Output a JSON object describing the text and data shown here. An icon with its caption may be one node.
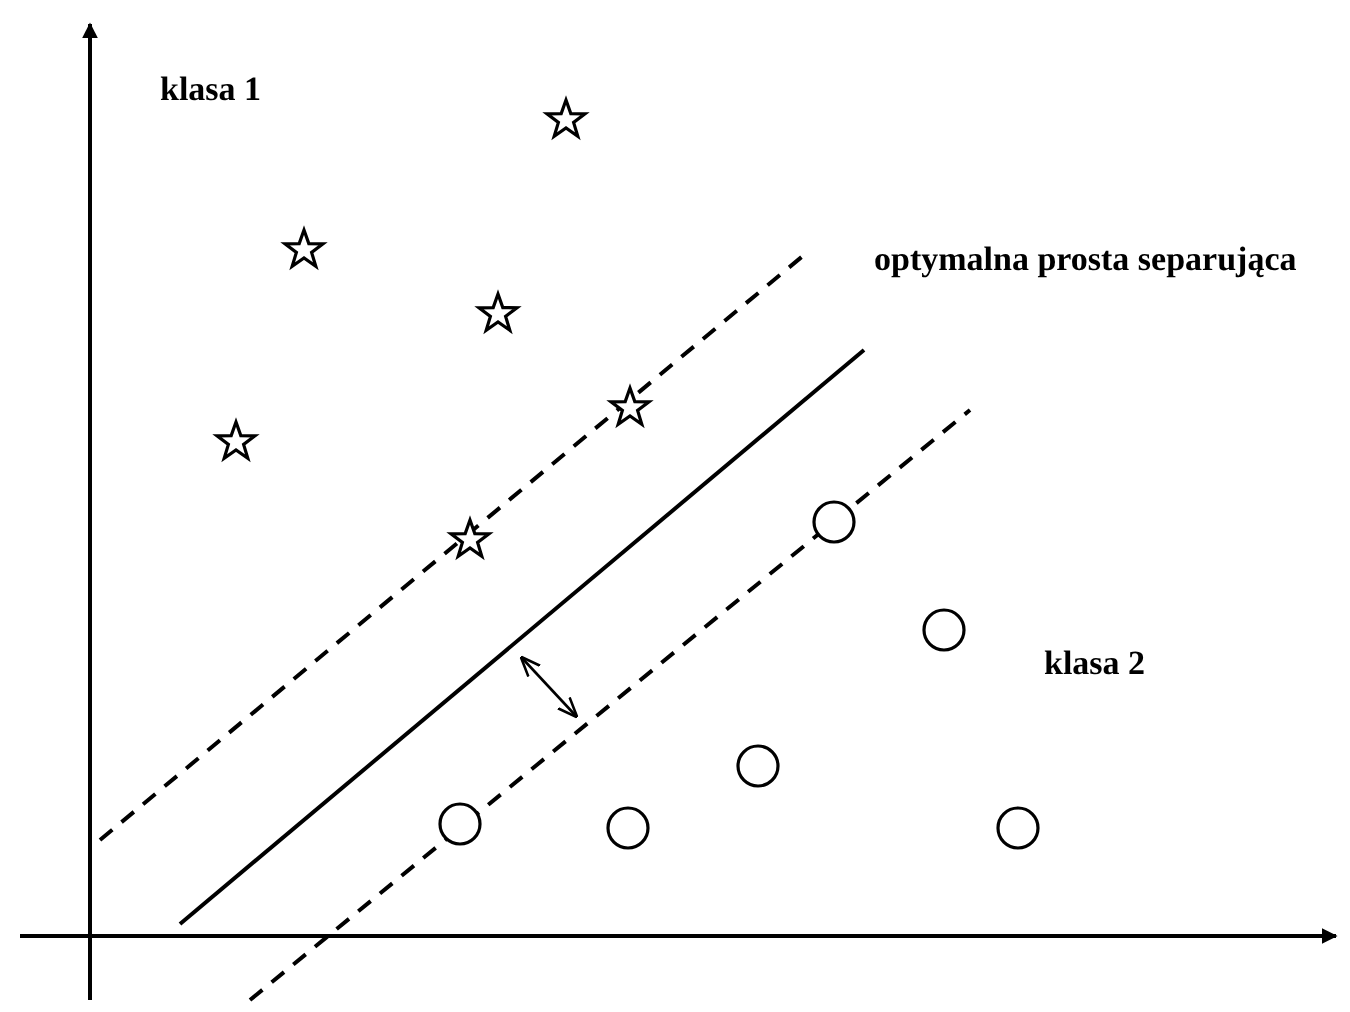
{
  "diagram": {
    "labels": [
      "klasa 1",
      "optymalna prosta separująca",
      "klasa 2"
    ]
  }
}
